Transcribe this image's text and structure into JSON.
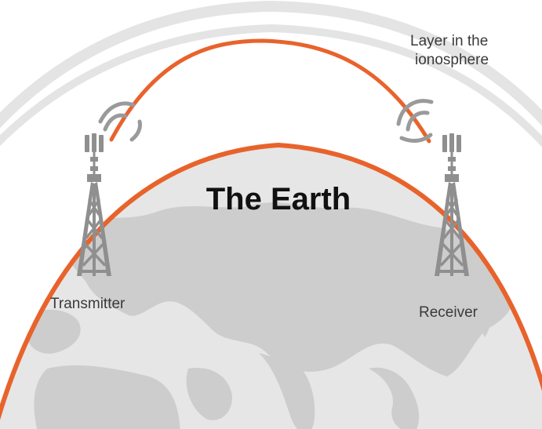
{
  "labels": {
    "ionosphere_line1": "Layer in the",
    "ionosphere_line2": "ionosphere",
    "earth": "The Earth",
    "transmitter": "Transmitter",
    "receiver": "Receiver"
  },
  "colors": {
    "signal": "#e8632c",
    "earth_rim": "#e8632c",
    "earth_fill": "#e6e6e6",
    "land": "#cdcdcd",
    "ionosphere": "#e4e4e4",
    "tower": "#8f8f8f",
    "waves": "#9a9a9a"
  }
}
